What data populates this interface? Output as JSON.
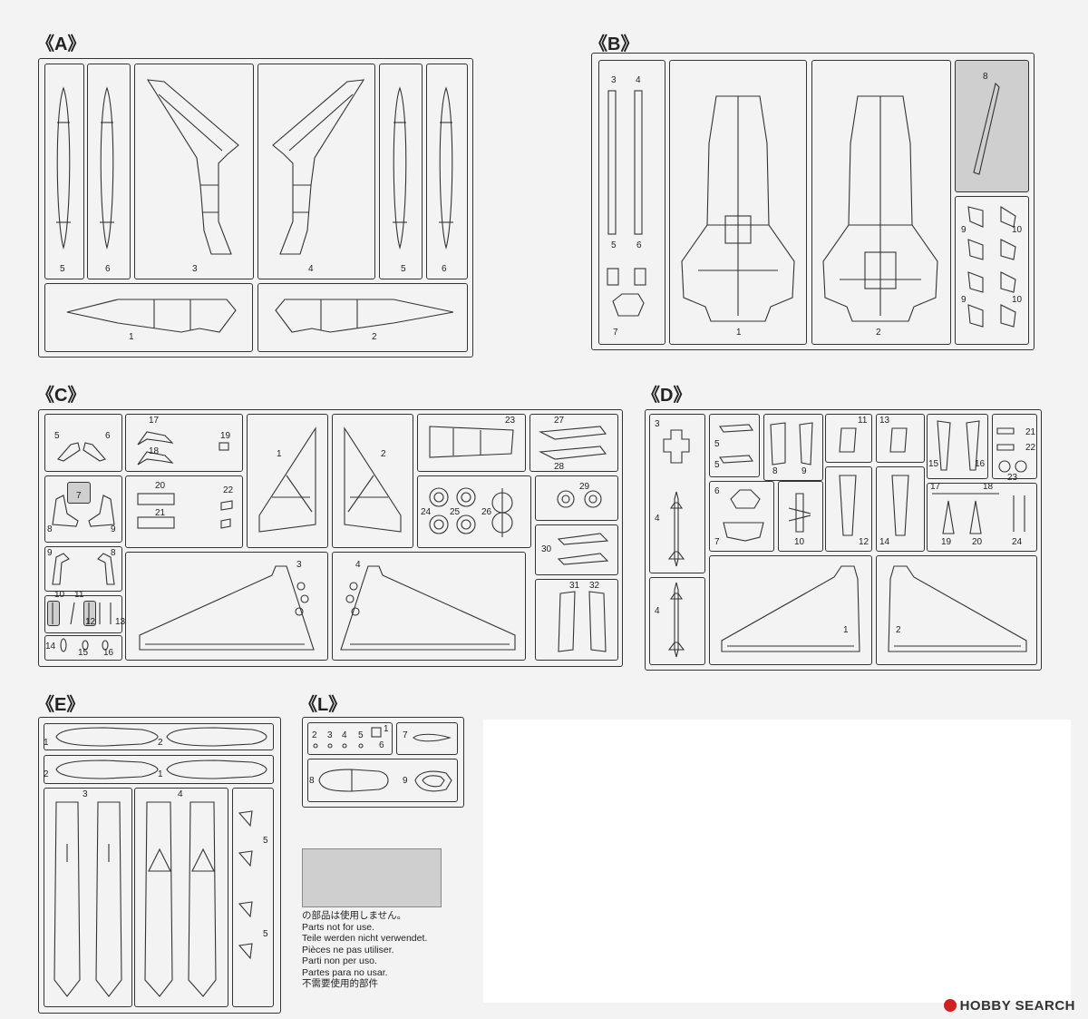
{
  "sections": {
    "A": {
      "label": "《A》",
      "parts": {
        "p5a": "5",
        "p6a": "6",
        "p3": "3",
        "p4": "4",
        "p5b": "5",
        "p6b": "6",
        "p1": "1",
        "p2": "2"
      }
    },
    "B": {
      "label": "《B》",
      "parts": {
        "p3": "3",
        "p4": "4",
        "p5": "5",
        "p6": "6",
        "p7": "7",
        "p1": "1",
        "p2": "2",
        "p8": "8",
        "p9a": "9",
        "p10a": "10",
        "p9b": "9",
        "p10b": "10"
      }
    },
    "C": {
      "label": "《C》",
      "parts": {
        "p5": "5",
        "p6": "6",
        "p17": "17",
        "p18": "18",
        "p19": "19",
        "p1": "1",
        "p2": "2",
        "p23": "23",
        "p27": "27",
        "p28": "28",
        "p7": "7",
        "p8a": "8",
        "p9a": "9",
        "p20": "20",
        "p21": "21",
        "p22": "22",
        "p24": "24",
        "p25": "25",
        "p26": "26",
        "p29": "29",
        "p9b": "9",
        "p8b": "8",
        "p30": "30",
        "p10": "10",
        "p11": "11",
        "p12": "12",
        "p13": "13",
        "p14": "14",
        "p15": "15",
        "p16": "16",
        "p3": "3",
        "p4": "4",
        "p31": "31",
        "p32": "32"
      }
    },
    "D": {
      "label": "《D》",
      "parts": {
        "p3": "3",
        "p5a": "5",
        "p5b": "5",
        "p8": "8",
        "p9": "9",
        "p11": "11",
        "p13": "13",
        "p15": "15",
        "p16": "16",
        "p21": "21",
        "p22": "22",
        "p23": "23",
        "p4a": "4",
        "p6": "6",
        "p7": "7",
        "p10": "10",
        "p12": "12",
        "p14": "14",
        "p17": "17",
        "p18": "18",
        "p19": "19",
        "p20": "20",
        "p24": "24",
        "p4b": "4",
        "p1": "1",
        "p2": "2"
      }
    },
    "E": {
      "label": "《E》",
      "parts": {
        "p1a": "1",
        "p2a": "2",
        "p2b": "2",
        "p1b": "1",
        "p3": "3",
        "p4": "4",
        "p5a": "5",
        "p5b": "5"
      }
    },
    "L": {
      "label": "《L》",
      "parts": {
        "p2": "2",
        "p3": "3",
        "p4": "4",
        "p5": "5",
        "p1": "1",
        "p6": "6",
        "p7": "7",
        "p8": "8",
        "p9": "9"
      }
    }
  },
  "legend": {
    "lines": [
      "の部品は使用しません。",
      "Parts not for use.",
      "Teile werden nicht verwendet.",
      "Pièces  ne pas utiliser.",
      "Parti non per uso.",
      "Partes para no usar.",
      "不需要使用的部件"
    ]
  },
  "watermark": "HOBBY SEARCH"
}
